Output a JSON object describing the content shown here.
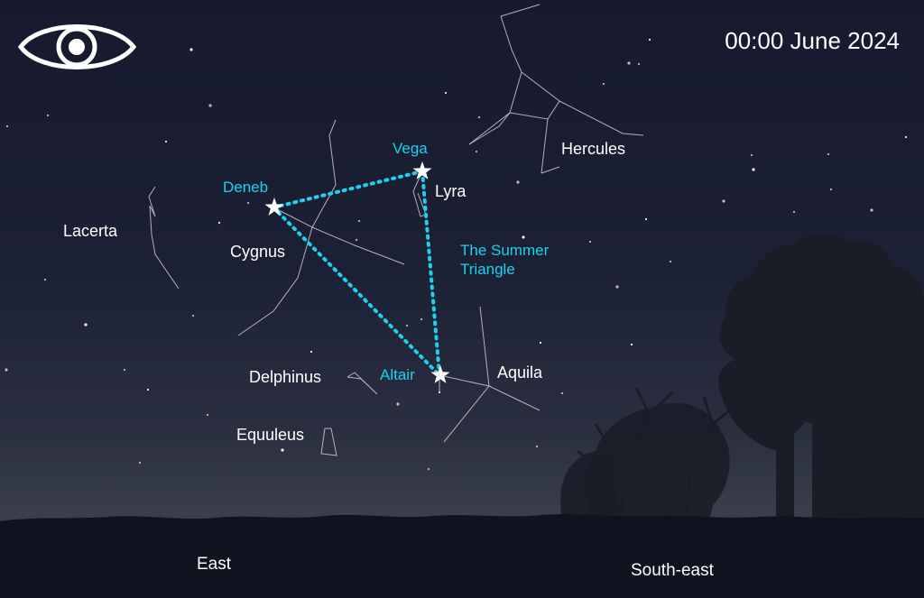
{
  "datetime": "00:00 June 2024",
  "icon": "eye-icon",
  "colors": {
    "sky": "#171a2e",
    "highlight": "#19d3f0",
    "label": "#ffffff",
    "ground": "#0f1120"
  },
  "asterism": {
    "name": "The Summer Triangle",
    "line1": "The Summer",
    "line2": "Triangle"
  },
  "stars": {
    "vega": "Vega",
    "deneb": "Deneb",
    "altair": "Altair"
  },
  "constellations": {
    "hercules": "Hercules",
    "lyra": "Lyra",
    "cygnus": "Cygnus",
    "lacerta": "Lacerta",
    "aquila": "Aquila",
    "delphinus": "Delphinus",
    "equuleus": "Equuleus"
  },
  "directions": {
    "east": "East",
    "southeast": "South-east"
  }
}
